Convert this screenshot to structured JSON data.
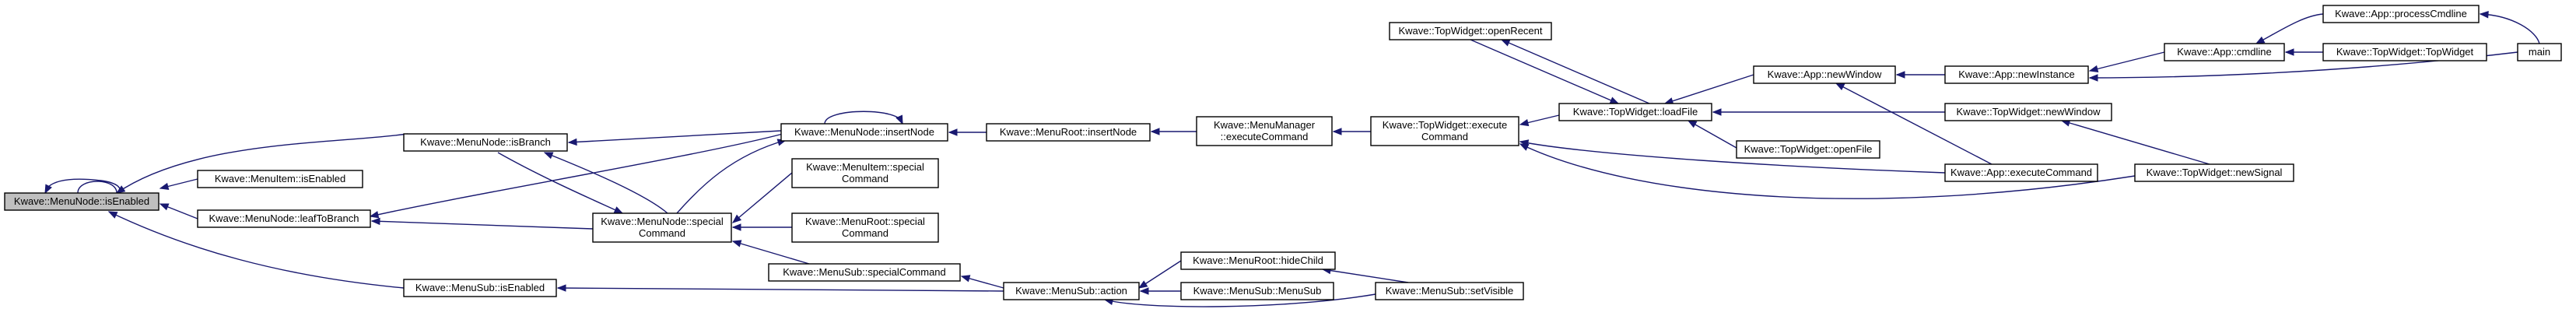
{
  "diagram": {
    "colors": {
      "edge": "#191970",
      "node_border": "#000000",
      "node_fill": "#ffffff",
      "root_fill": "#bfbfbf"
    },
    "nodes": [
      {
        "id": "n0",
        "lines": [
          "Kwave::MenuNode::isEnabled"
        ],
        "root": true
      },
      {
        "id": "n1",
        "lines": [
          "Kwave::MenuNode::isBranch"
        ]
      },
      {
        "id": "n2",
        "lines": [
          "Kwave::MenuItem::isEnabled"
        ]
      },
      {
        "id": "n3",
        "lines": [
          "Kwave::MenuNode::leafToBranch"
        ]
      },
      {
        "id": "n4",
        "lines": [
          "Kwave::MenuSub::isEnabled"
        ]
      },
      {
        "id": "n5",
        "lines": [
          "Kwave::MenuNode::insertNode"
        ]
      },
      {
        "id": "n6",
        "lines": [
          "Kwave::MenuNode::special",
          "Command"
        ]
      },
      {
        "id": "n7",
        "lines": [
          "Kwave::MenuSub::action"
        ]
      },
      {
        "id": "n8",
        "lines": [
          "Kwave::MenuRoot::insertNode"
        ]
      },
      {
        "id": "n9",
        "lines": [
          "Kwave::MenuManager",
          "::executeCommand"
        ]
      },
      {
        "id": "n10",
        "lines": [
          "Kwave::TopWidget::execute",
          "Command"
        ]
      },
      {
        "id": "n11",
        "lines": [
          "Kwave::MenuItem::special",
          "Command"
        ]
      },
      {
        "id": "n12",
        "lines": [
          "Kwave::MenuRoot::special",
          "Command"
        ]
      },
      {
        "id": "n13",
        "lines": [
          "Kwave::MenuSub::specialCommand"
        ]
      },
      {
        "id": "n14",
        "lines": [
          "Kwave::MenuRoot::hideChild"
        ]
      },
      {
        "id": "n15",
        "lines": [
          "Kwave::MenuSub::MenuSub"
        ]
      },
      {
        "id": "n16",
        "lines": [
          "Kwave::MenuSub::setVisible"
        ]
      },
      {
        "id": "n17",
        "lines": [
          "Kwave::TopWidget::openRecent"
        ]
      },
      {
        "id": "n18",
        "lines": [
          "Kwave::TopWidget::loadFile"
        ]
      },
      {
        "id": "n19",
        "lines": [
          "Kwave::TopWidget::openFile"
        ]
      },
      {
        "id": "n20",
        "lines": [
          "Kwave::App::newWindow"
        ]
      },
      {
        "id": "n21",
        "lines": [
          "Kwave::App::executeCommand"
        ]
      },
      {
        "id": "n22",
        "lines": [
          "Kwave::App::newInstance"
        ]
      },
      {
        "id": "n23",
        "lines": [
          "Kwave::TopWidget::newWindow"
        ]
      },
      {
        "id": "n24",
        "lines": [
          "Kwave::TopWidget::newSignal"
        ]
      },
      {
        "id": "n25",
        "lines": [
          "Kwave::App::cmdline"
        ]
      },
      {
        "id": "n26",
        "lines": [
          "Kwave::App::processCmdline"
        ]
      },
      {
        "id": "n27",
        "lines": [
          "Kwave::TopWidget::TopWidget"
        ]
      },
      {
        "id": "n28",
        "lines": [
          "main"
        ]
      }
    ],
    "edges": [
      {
        "from": "n0",
        "to": "n0"
      },
      {
        "from": "n1",
        "to": "n0"
      },
      {
        "from": "n2",
        "to": "n0"
      },
      {
        "from": "n3",
        "to": "n0"
      },
      {
        "from": "n4",
        "to": "n0"
      },
      {
        "from": "n5",
        "to": "n1"
      },
      {
        "from": "n6",
        "to": "n1"
      },
      {
        "from": "n1",
        "to": "n6"
      },
      {
        "from": "n5",
        "to": "n3"
      },
      {
        "from": "n6",
        "to": "n3"
      },
      {
        "from": "n7",
        "to": "n4"
      },
      {
        "from": "n5",
        "to": "n5"
      },
      {
        "from": "n6",
        "to": "n5"
      },
      {
        "from": "n8",
        "to": "n5"
      },
      {
        "from": "n11",
        "to": "n6"
      },
      {
        "from": "n12",
        "to": "n6"
      },
      {
        "from": "n13",
        "to": "n6"
      },
      {
        "from": "n9",
        "to": "n8"
      },
      {
        "from": "n10",
        "to": "n9"
      },
      {
        "from": "n7",
        "to": "n13"
      },
      {
        "from": "n14",
        "to": "n7"
      },
      {
        "from": "n15",
        "to": "n7"
      },
      {
        "from": "n16",
        "to": "n7"
      },
      {
        "from": "n16",
        "to": "n14"
      },
      {
        "from": "n18",
        "to": "n10"
      },
      {
        "from": "n21",
        "to": "n10"
      },
      {
        "from": "n24",
        "to": "n10"
      },
      {
        "from": "n17",
        "to": "n18"
      },
      {
        "from": "n18",
        "to": "n17"
      },
      {
        "from": "n19",
        "to": "n18"
      },
      {
        "from": "n20",
        "to": "n18"
      },
      {
        "from": "n23",
        "to": "n18"
      },
      {
        "from": "n22",
        "to": "n20"
      },
      {
        "from": "n21",
        "to": "n20"
      },
      {
        "from": "n25",
        "to": "n22"
      },
      {
        "from": "n28",
        "to": "n22"
      },
      {
        "from": "n26",
        "to": "n25"
      },
      {
        "from": "n27",
        "to": "n25"
      },
      {
        "from": "n28",
        "to": "n26"
      },
      {
        "from": "n24",
        "to": "n23"
      }
    ]
  }
}
